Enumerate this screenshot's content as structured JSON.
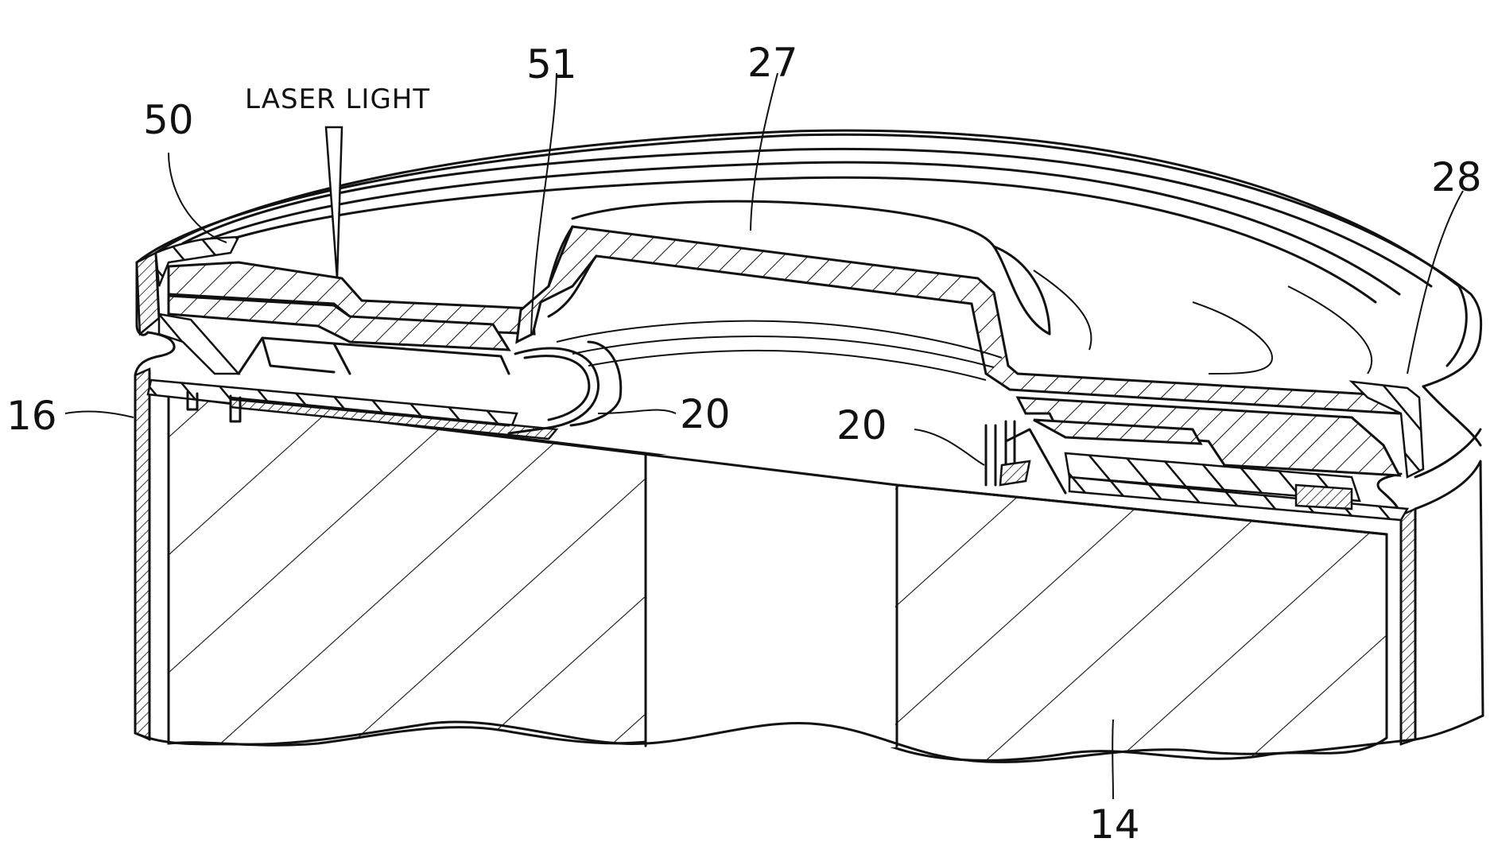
{
  "labels": {
    "laser_light": "LASER LIGHT",
    "ref_50": "50",
    "ref_51": "51",
    "ref_27": "27",
    "ref_28": "28",
    "ref_16": "16",
    "ref_20_left": "20",
    "ref_20_right": "20",
    "ref_14": "14"
  },
  "colors": {
    "line": "#111111",
    "background": "#ffffff"
  }
}
